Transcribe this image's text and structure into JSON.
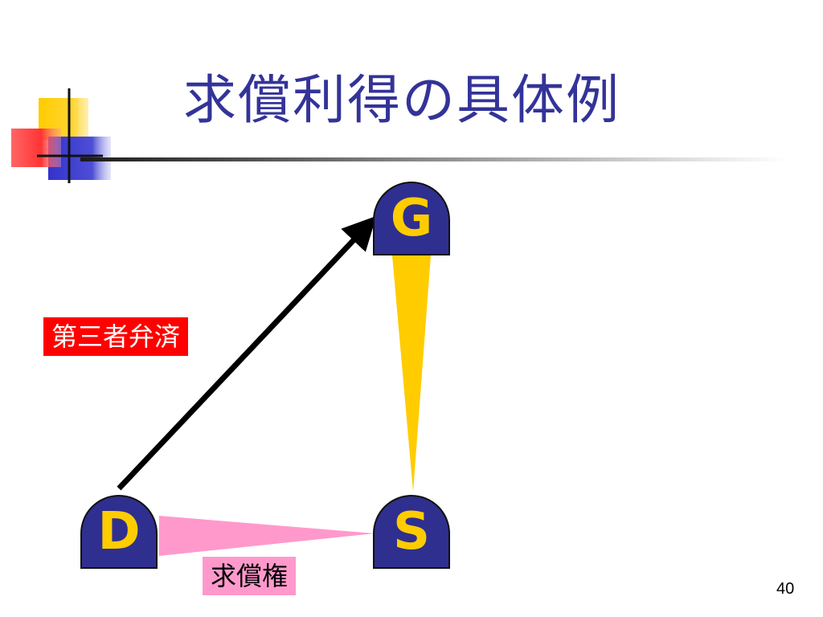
{
  "slide": {
    "title": "求償利得の具体例",
    "page_number": "40"
  },
  "nodes": {
    "g": {
      "letter": "G"
    },
    "d": {
      "letter": "D"
    },
    "s": {
      "letter": "S"
    }
  },
  "labels": {
    "third_party_payment": "第三者弁済",
    "right_of_recourse": "求償権"
  },
  "colors": {
    "title": "#333399",
    "node_fill": "#2f2f8f",
    "node_letter": "#ffcc00",
    "third_party_label_bg": "#ff0000",
    "third_party_label_text": "#ffffff",
    "recourse_label_bg": "#ff99cc",
    "recourse_label_text": "#000000",
    "pink_wedge": "#ff99cc",
    "yellow_wedge": "#ffcc00",
    "arrow": "#000000"
  }
}
